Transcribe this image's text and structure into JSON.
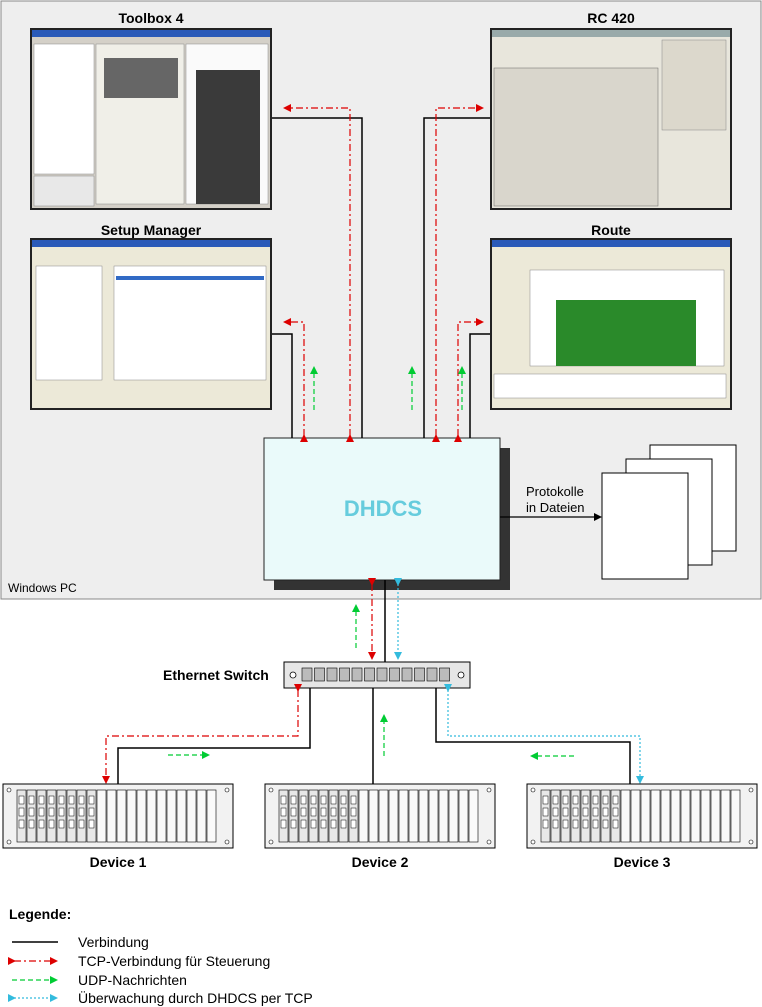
{
  "apps": [
    {
      "name": "Toolbox 4"
    },
    {
      "name": "RC 420"
    },
    {
      "name": "Setup Manager"
    },
    {
      "name": "Route"
    }
  ],
  "pc_label": "Windows PC",
  "server_label": "DHDCS",
  "files_label_line1": "Protokolle",
  "files_label_line2": "in Dateien",
  "switch_label": "Ethernet Switch",
  "devices": [
    {
      "name": "Device 1"
    },
    {
      "name": "Device 2"
    },
    {
      "name": "Device 3"
    }
  ],
  "legend": {
    "title": "Legende:",
    "items": [
      {
        "label": "Verbindung",
        "style": "solid",
        "color": "#000000"
      },
      {
        "label": "TCP-Verbindung für Steuerung",
        "style": "dash-dot",
        "color": "#dd0000"
      },
      {
        "label": "UDP-Nachrichten",
        "style": "dashed",
        "color": "#00cc33"
      },
      {
        "label": "Überwachung durch DHDCS per TCP",
        "style": "dotted",
        "color": "#33bbdd"
      }
    ]
  },
  "colors": {
    "pc_background": "#eeeeee",
    "server_fill": "#eafafa",
    "server_text": "#66ccdd",
    "tcp": "#dd0000",
    "udp": "#00cc33",
    "monitor": "#33bbdd",
    "connection": "#000000"
  }
}
